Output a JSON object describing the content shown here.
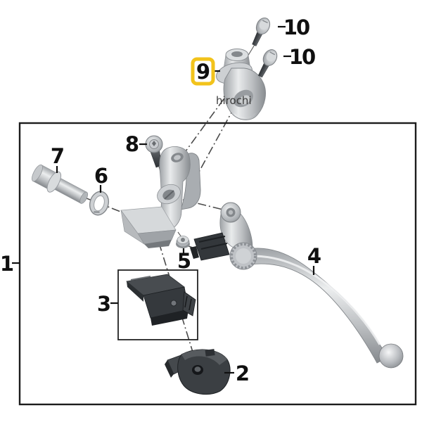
{
  "diagram": {
    "type": "exploded-parts-diagram",
    "watermark": "hirochi",
    "highlight": {
      "part": "9",
      "color": "#f2c31b"
    },
    "callouts": {
      "c1": "1",
      "c2": "2",
      "c3": "3",
      "c4": "4",
      "c5": "5",
      "c6": "6",
      "c7": "7",
      "c8": "8",
      "c9": "9",
      "c10a": "10",
      "c10b": "10"
    }
  }
}
